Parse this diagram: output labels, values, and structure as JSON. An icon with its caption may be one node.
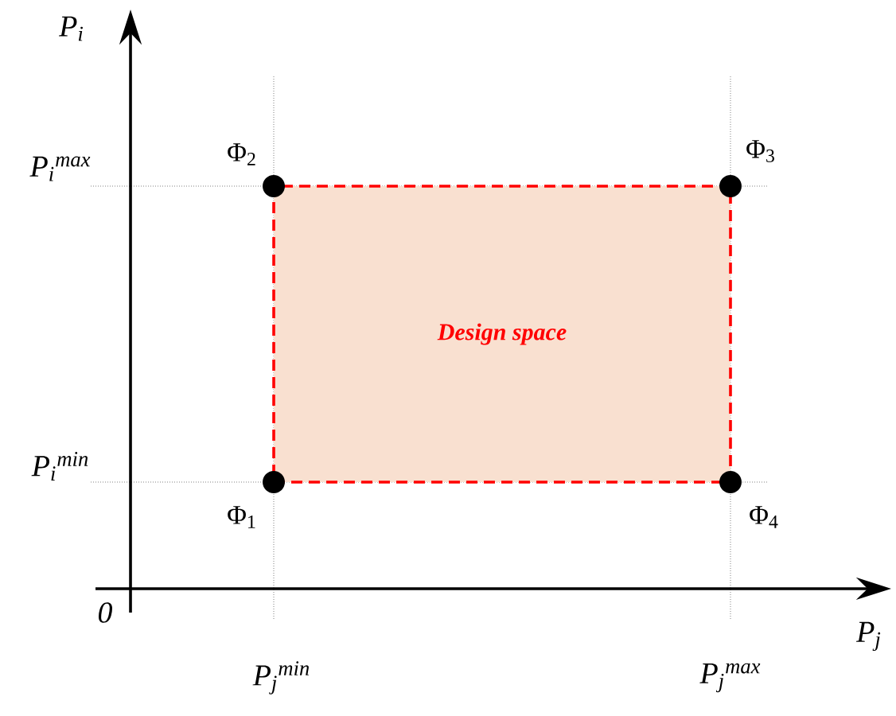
{
  "diagram": {
    "nodes": [
      {
        "text": [
          "Design space"
        ]
      },
      {
        "text": [],
        "shape": "circle",
        "beside": [
          "Φ$_{1}$"
        ]
      },
      {
        "text": [],
        "shape": "circle",
        "beside": [
          "Φ$_{2}$"
        ]
      },
      {
        "text": [],
        "shape": "circle",
        "beside": [
          "Φ$_{3}$"
        ]
      },
      {
        "text": [],
        "shape": "circle",
        "beside": [
          "Φ$_{4}$"
        ]
      }
    ],
    "edges": [],
    "labels": [
      "P$_{i}$",
      "P$_{i}$$^{max}$",
      "P$_{i}$$^{min}$",
      "0",
      "P$_{j}$$^{min}$",
      "P$_{j}$$^{max}$",
      "P$_{j}$"
    ]
  }
}
